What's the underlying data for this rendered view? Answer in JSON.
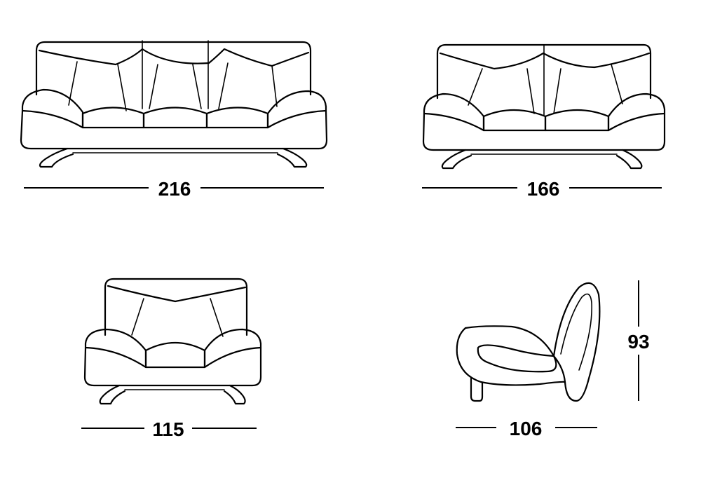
{
  "views": {
    "sofa3": {
      "width_label": "216"
    },
    "sofa2": {
      "width_label": "166"
    },
    "armchair": {
      "width_label": "115"
    },
    "side": {
      "depth_label": "106",
      "height_label": "93"
    }
  },
  "colors": {
    "stroke": "#000000",
    "background": "#ffffff"
  }
}
